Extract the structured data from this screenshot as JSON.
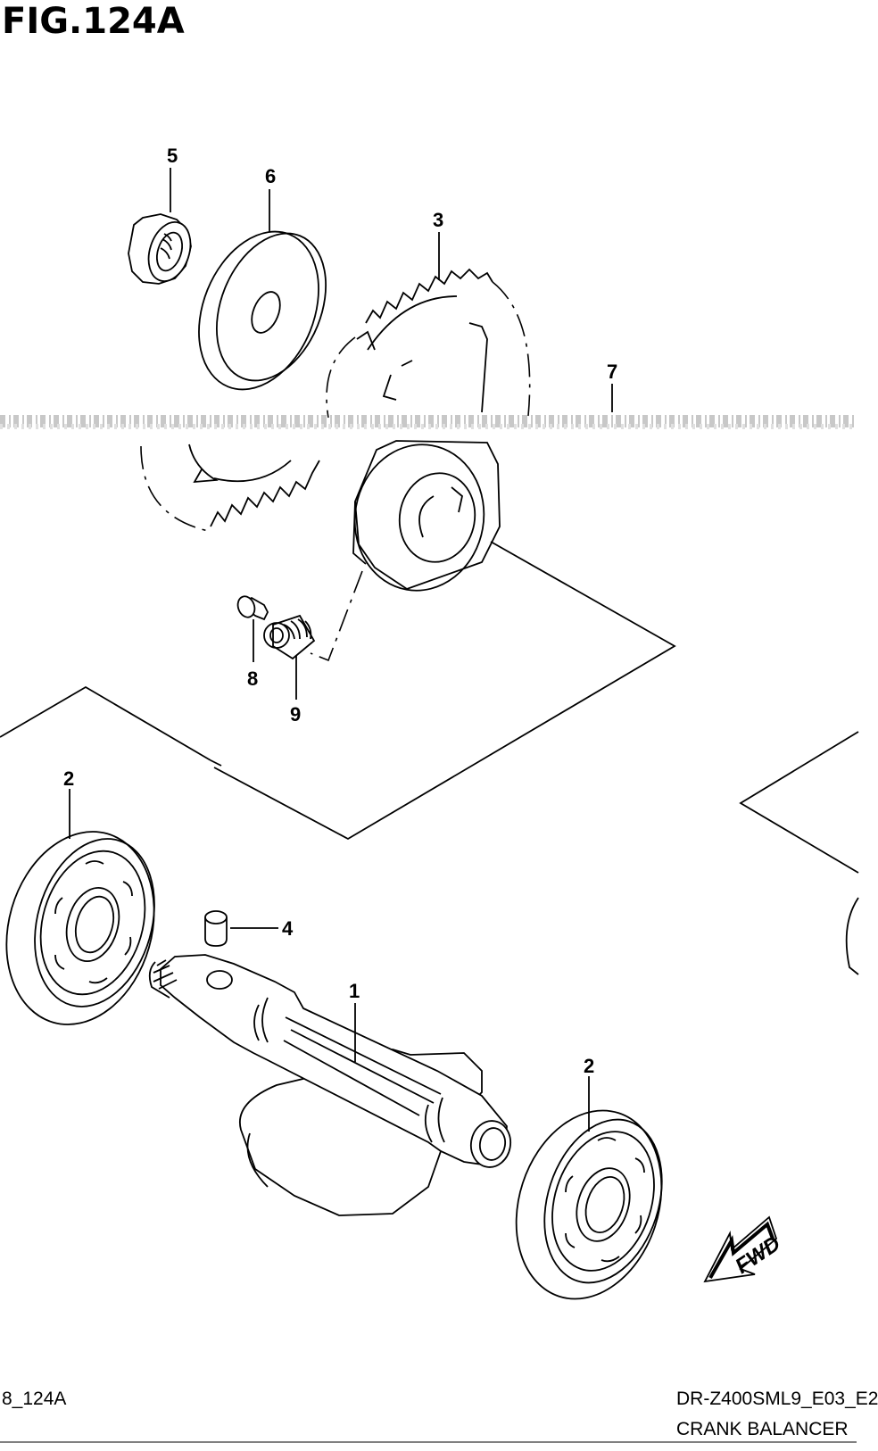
{
  "figure": {
    "title": "FIG.124A",
    "code_left": "8_124A",
    "model_code": "DR-Z400SML9_E03_E2",
    "caption": "CRANK BALANCER"
  },
  "callouts": [
    {
      "id": "1"
    },
    {
      "id": "2"
    },
    {
      "id": "2"
    },
    {
      "id": "3"
    },
    {
      "id": "4"
    },
    {
      "id": "5"
    },
    {
      "id": "6"
    },
    {
      "id": "7"
    },
    {
      "id": "8"
    },
    {
      "id": "9"
    }
  ],
  "fwd_badge": "FWD"
}
